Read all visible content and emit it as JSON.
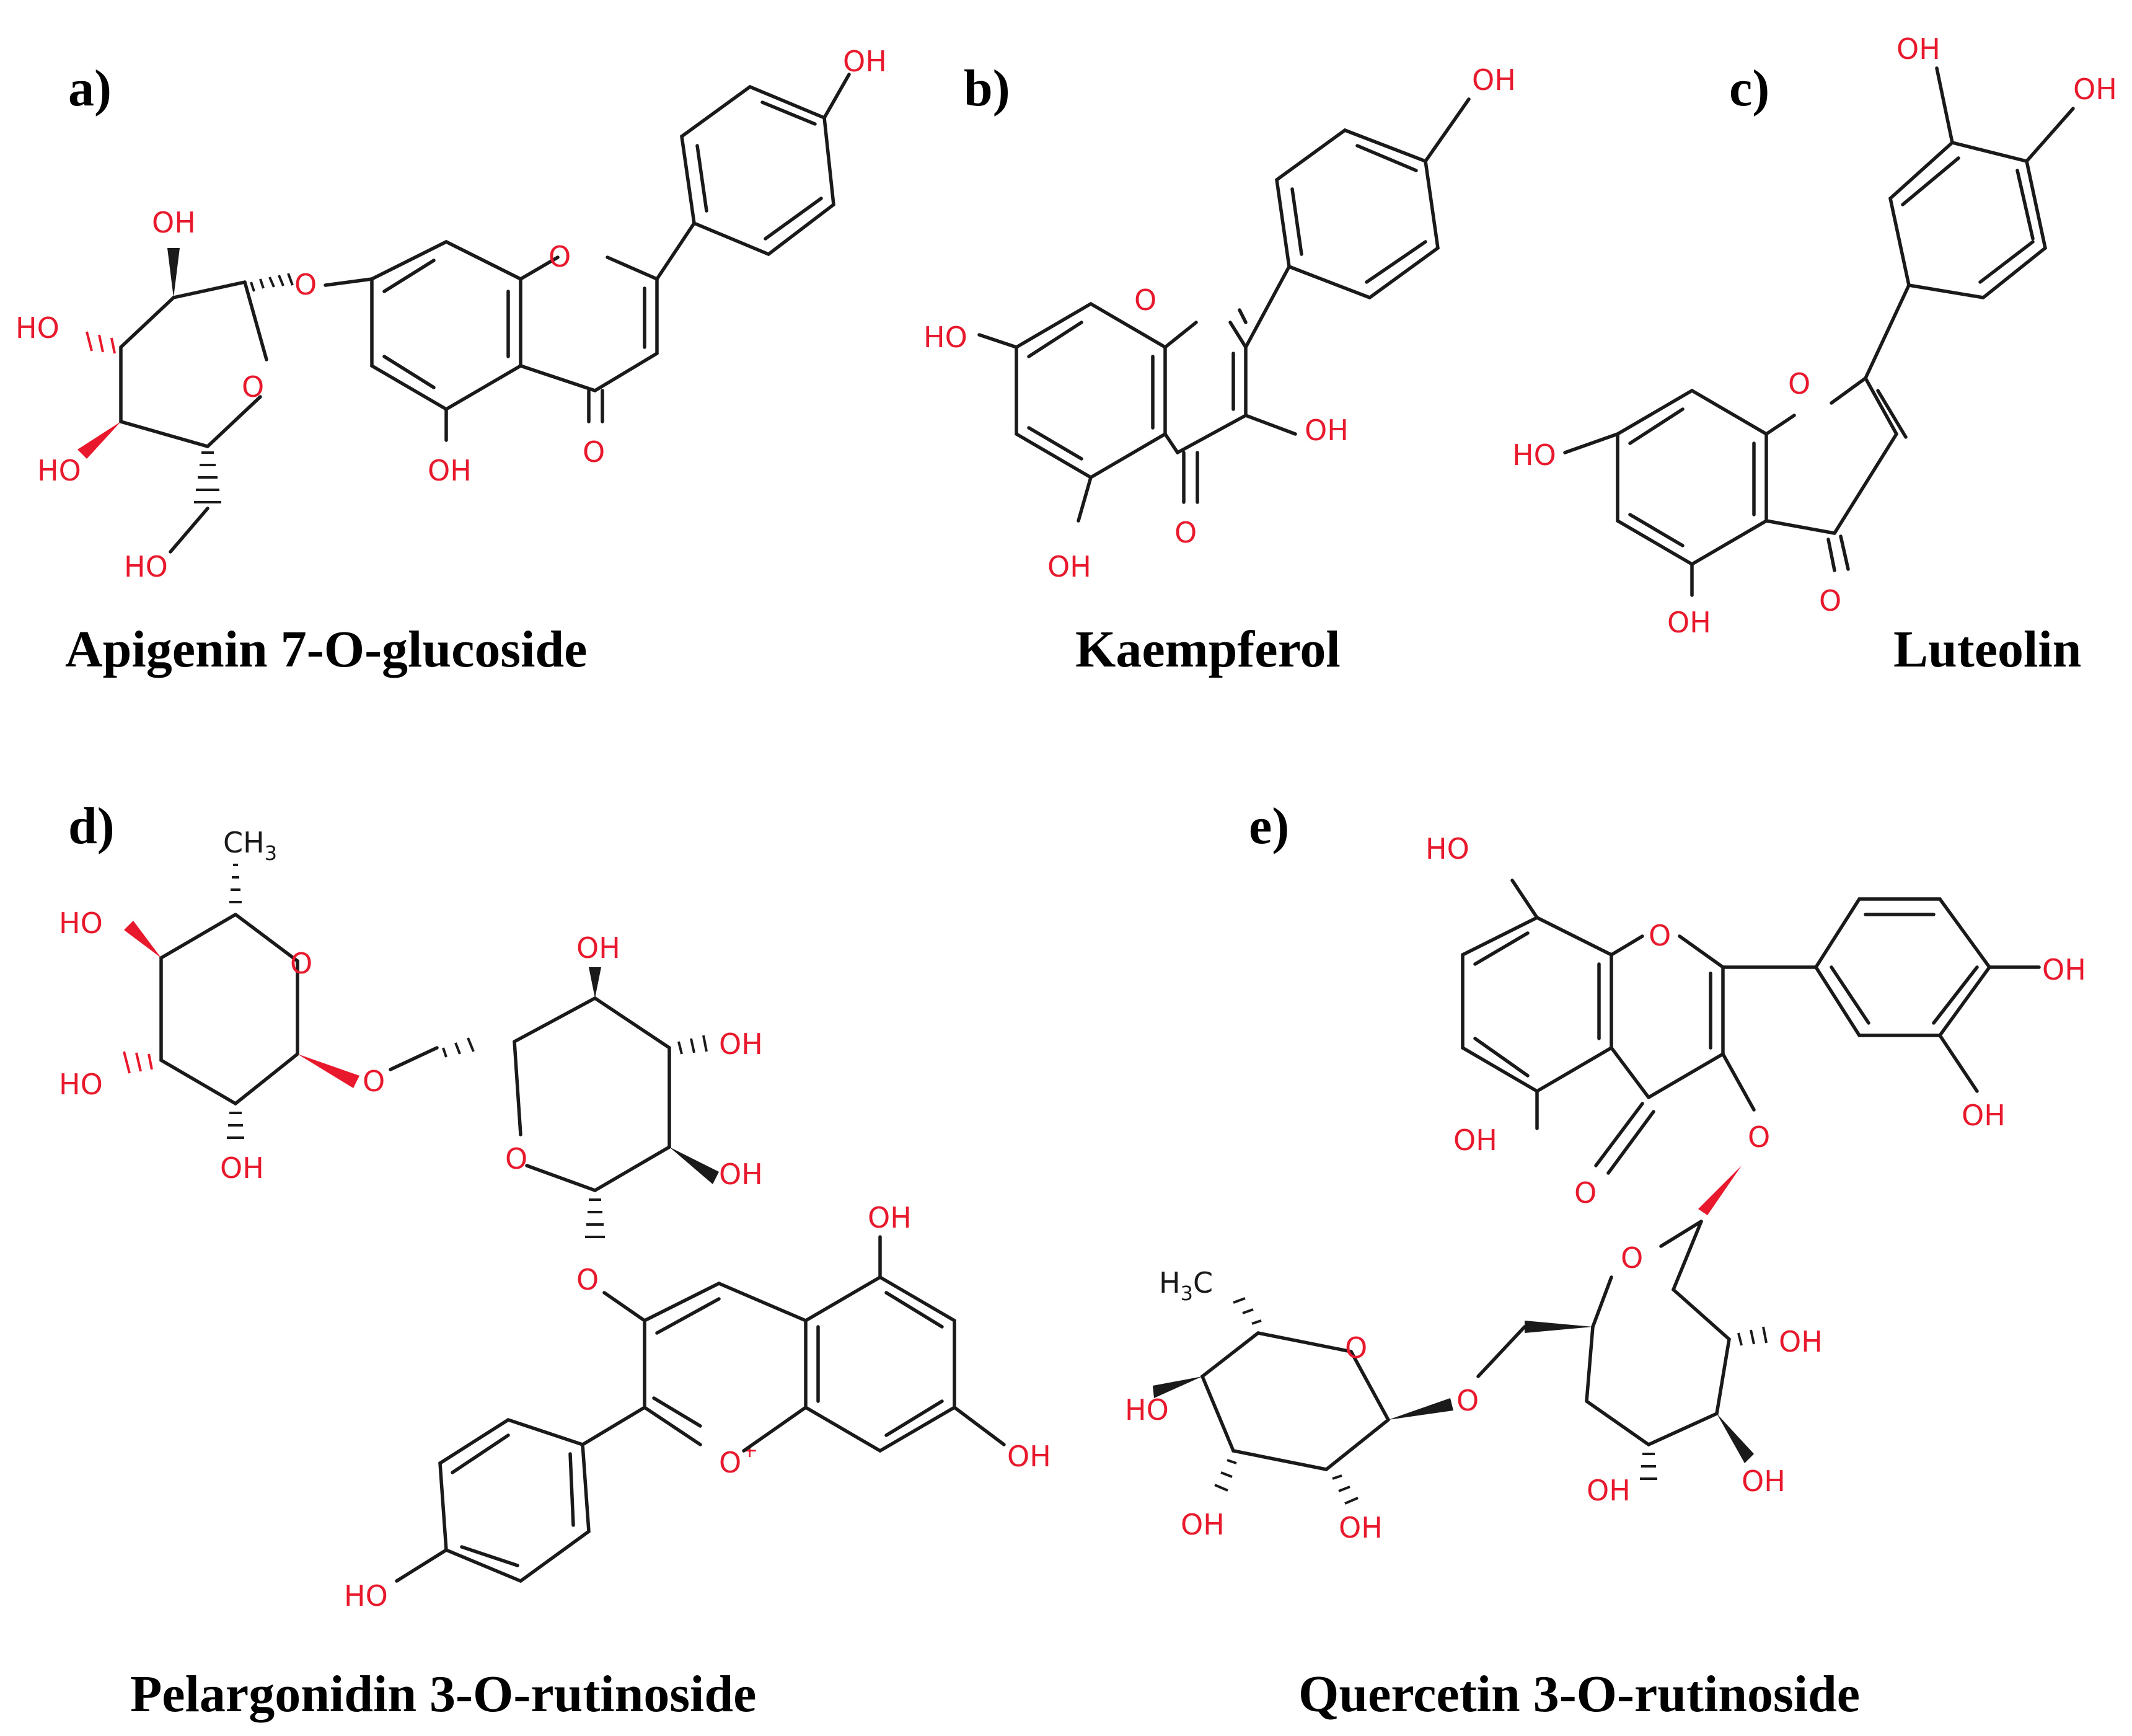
{
  "panels": [
    {
      "label": "a)",
      "caption": "Apigenin 7-O-glucoside"
    },
    {
      "label": "b)",
      "caption": "Kaempferol"
    },
    {
      "label": "c)",
      "caption": "Luteolin"
    },
    {
      "label": "d)",
      "caption": "Pelargonidin 3-O-rutinoside"
    },
    {
      "label": "e)",
      "caption": "Quercetin 3-O-rutinoside"
    }
  ],
  "atoms": {
    "oh": "OH",
    "ho": "HO",
    "o": "O",
    "o_plus": "O",
    "plus": "+",
    "c": "C",
    "h": "H",
    "h3": "3",
    "ch3_c": "CH",
    "ch3_sub": "3",
    "h3c_h": "H",
    "h3c_sub": "3",
    "h3c_c": "C"
  },
  "colors": {
    "heteroatom": "#e8192c",
    "bond": "#1a1a1a",
    "text": "#000000"
  }
}
